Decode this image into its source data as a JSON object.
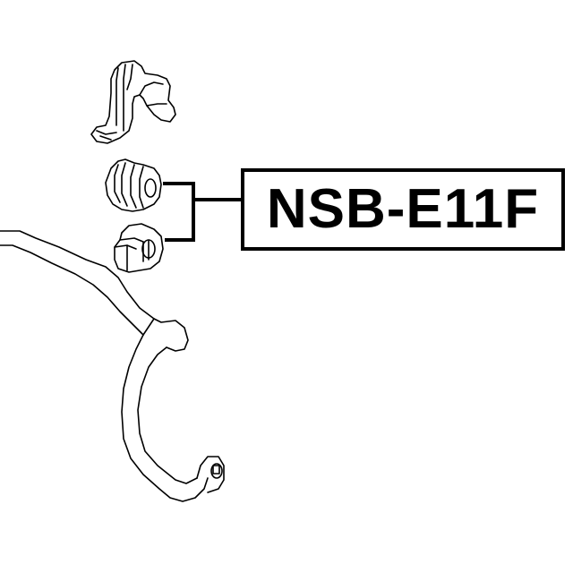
{
  "diagram": {
    "part_number": "NSB-E11F",
    "components": [
      {
        "name": "stabilizer-bracket",
        "highlighted": false
      },
      {
        "name": "stabilizer-bushing-front",
        "highlighted": true
      },
      {
        "name": "stabilizer-bushing-rear",
        "highlighted": true
      },
      {
        "name": "stabilizer-bar",
        "highlighted": false
      }
    ],
    "colors": {
      "line": "#000000",
      "background": "#ffffff"
    }
  }
}
